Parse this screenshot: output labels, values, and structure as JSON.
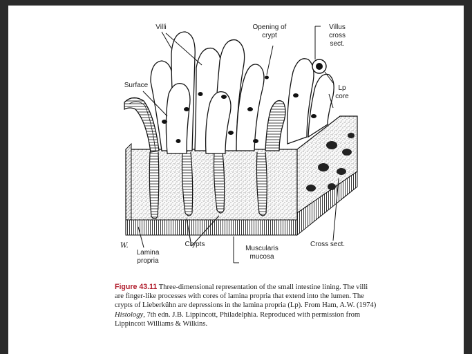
{
  "labels": {
    "villi": "Villi",
    "opening_line1": "Opening of",
    "opening_line2": "crypt",
    "villus_line1": "Villus",
    "villus_line2": "cross",
    "villus_line3": "sect.",
    "surface": "Surface",
    "lp_line1": "Lp",
    "lp_line2": "core",
    "lamina_line1": "Lamina",
    "lamina_line2": "propria",
    "crypts": "Crypts",
    "muscularis_line1": "Muscularis",
    "muscularis_line2": "mucosa",
    "cross_sect": "Cross sect."
  },
  "caption": {
    "label": "Figure 43.11",
    "text1": " Three-dimensional representation of the small intestine lining. The villi are finger-like processes with cores of lamina propria that extend into the lumen. The crypts of Lieberkühn are depressions in the lamina propria (Lp). From Ham, A.W. (1974) ",
    "book": "Histology",
    "text2": ", 7th edn. J.B. Lippincott, Philadelphia. Reproduced with permission from Lippincott Williams & Wilkins."
  }
}
